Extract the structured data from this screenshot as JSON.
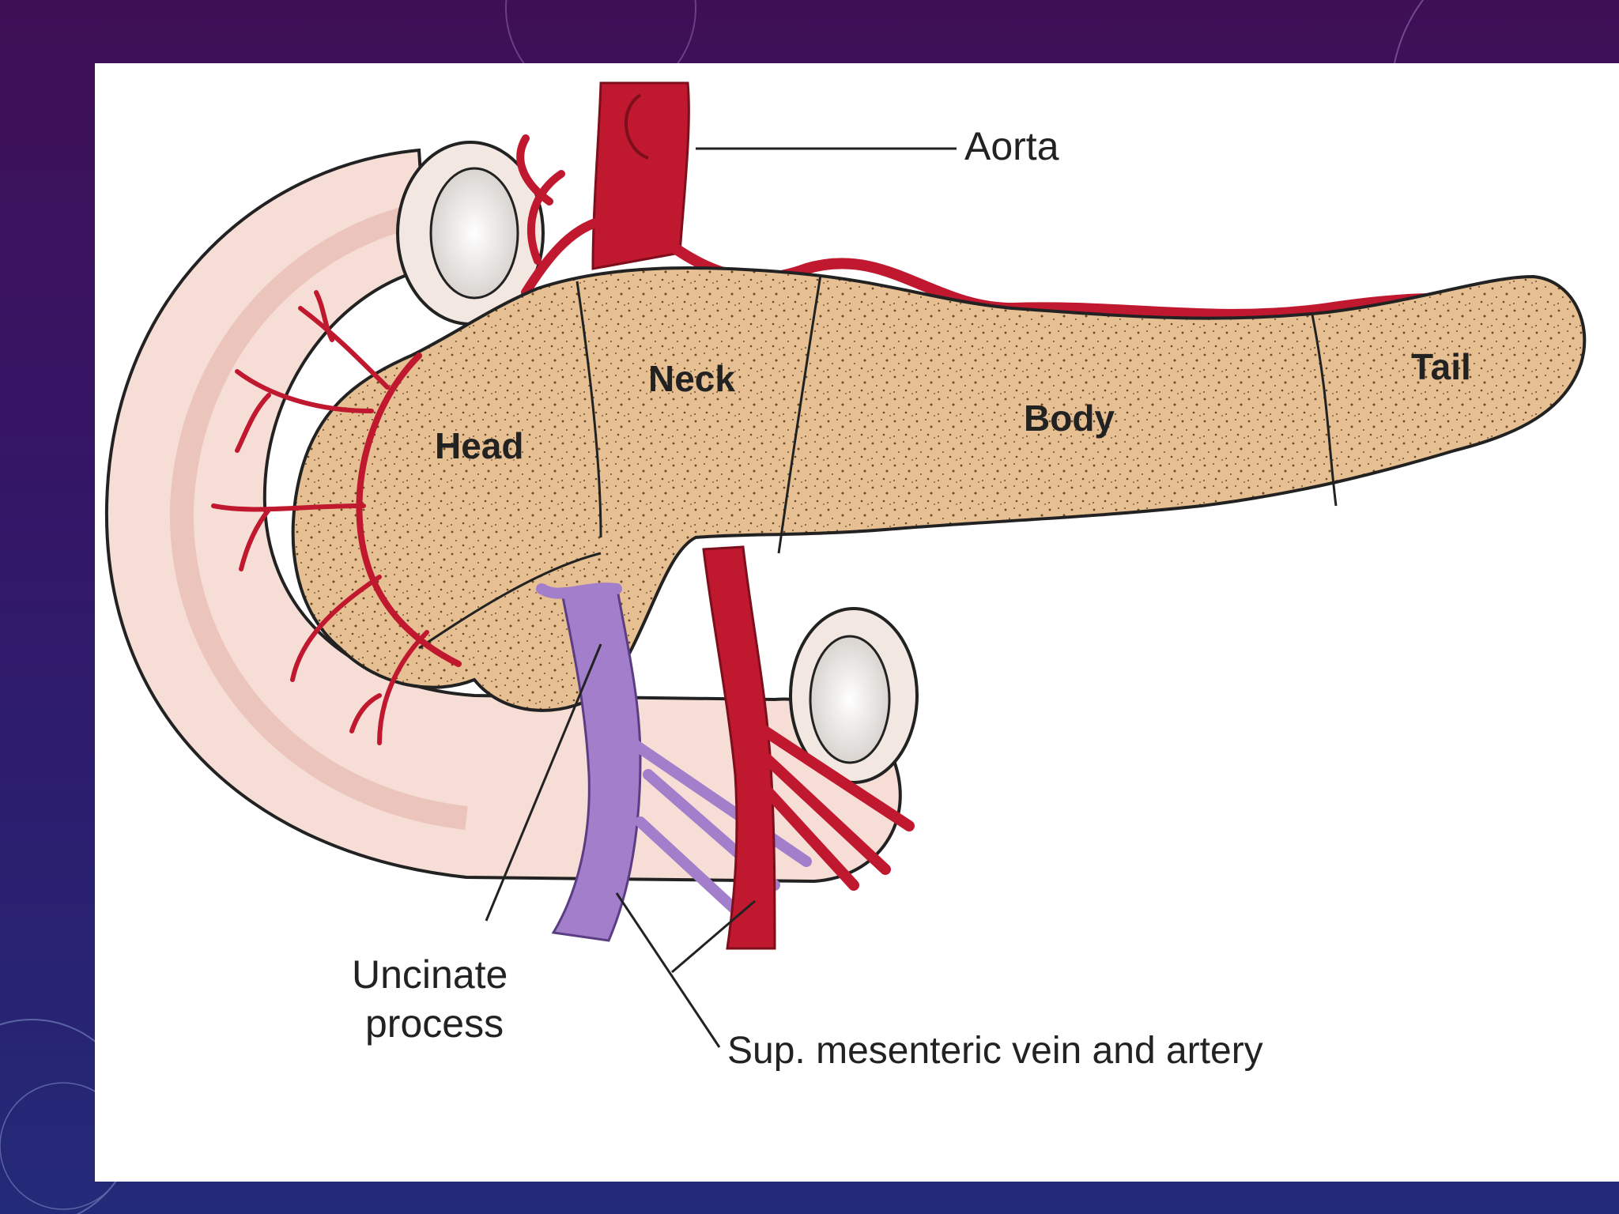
{
  "diagram": {
    "labels": {
      "aorta": "Aorta",
      "neck": "Neck",
      "head": "Head",
      "body": "Body",
      "tail": "Tail",
      "uncinate_line1": "Uncinate",
      "uncinate_line2": "process",
      "sma_smv": "Sup. mesenteric vein and artery"
    },
    "colors": {
      "background_top": "#3f0f55",
      "background_bottom": "#232a78",
      "panel": "#ffffff",
      "pancreas": "#e6bf93",
      "duodenum": "#f6ddd6",
      "artery": "#c0182e",
      "vein": "#a27ecb",
      "outline": "#222222"
    }
  }
}
